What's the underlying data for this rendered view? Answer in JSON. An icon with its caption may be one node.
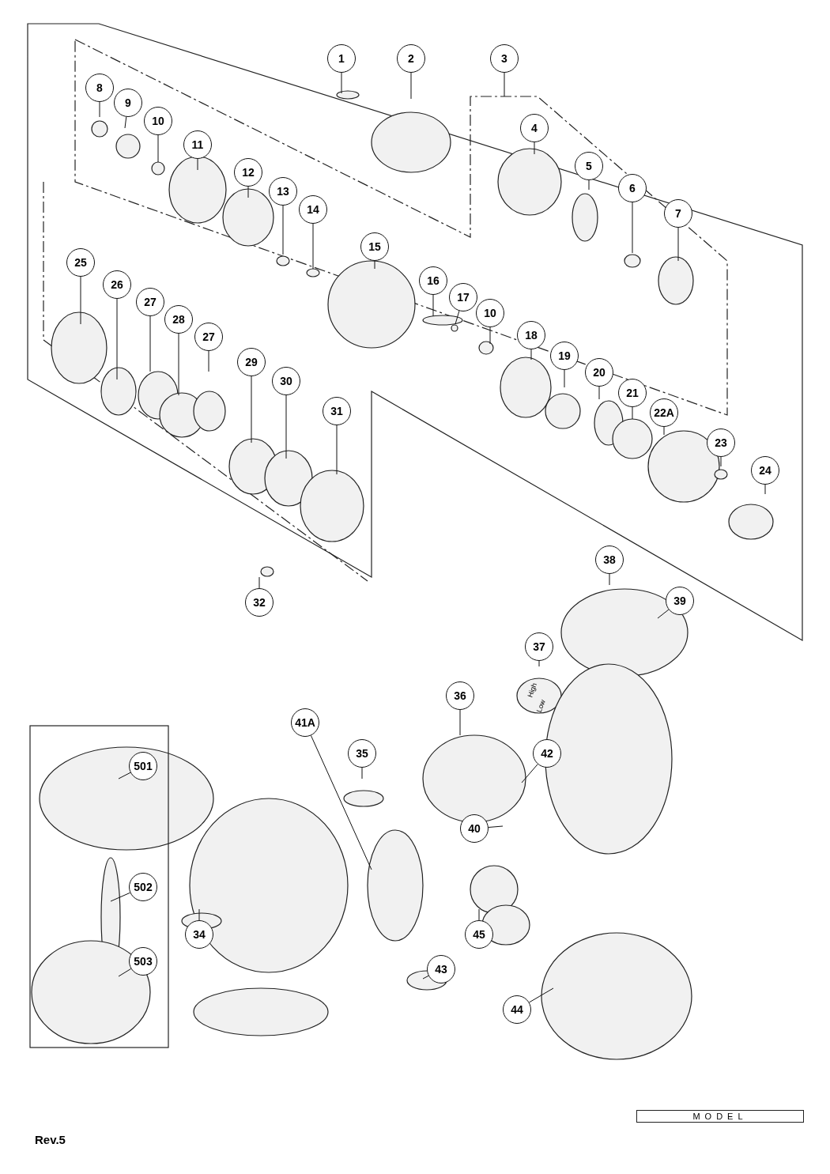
{
  "diagram": {
    "nodes": [
      {
        "text": [
          "1"
        ]
      },
      {
        "text": [
          "2"
        ]
      },
      {
        "text": [
          "3"
        ]
      },
      {
        "text": [
          "8"
        ]
      },
      {
        "text": [
          "9"
        ]
      },
      {
        "text": [
          "10"
        ]
      },
      {
        "text": [
          "4"
        ]
      },
      {
        "text": [
          "11"
        ]
      },
      {
        "text": [
          "5"
        ]
      },
      {
        "text": [
          "12"
        ]
      },
      {
        "text": [
          "6"
        ]
      },
      {
        "text": [
          "13"
        ]
      },
      {
        "text": [
          "7"
        ]
      },
      {
        "text": [
          "14"
        ]
      },
      {
        "text": [
          "15"
        ]
      },
      {
        "text": [
          "25"
        ]
      },
      {
        "text": [
          "16"
        ]
      },
      {
        "text": [
          "26"
        ]
      },
      {
        "text": [
          "17"
        ]
      },
      {
        "text": [
          "27"
        ]
      },
      {
        "text": [
          "10"
        ]
      },
      {
        "text": [
          "28"
        ]
      },
      {
        "text": [
          "18"
        ]
      },
      {
        "text": [
          "27"
        ]
      },
      {
        "text": [
          "19"
        ]
      },
      {
        "text": [
          "29"
        ]
      },
      {
        "text": [
          "20"
        ]
      },
      {
        "text": [
          "30"
        ]
      },
      {
        "text": [
          "21"
        ]
      },
      {
        "text": [
          "31"
        ]
      },
      {
        "text": [
          "22A"
        ]
      },
      {
        "text": [
          "23"
        ]
      },
      {
        "text": [
          "24"
        ]
      },
      {
        "text": [
          "38"
        ]
      },
      {
        "text": [
          "32"
        ]
      },
      {
        "text": [
          "39"
        ]
      },
      {
        "text": [
          "37"
        ]
      },
      {
        "text": [
          "36"
        ]
      },
      {
        "text": [
          "41A"
        ]
      },
      {
        "text": [
          "35"
        ]
      },
      {
        "text": [
          "42"
        ]
      },
      {
        "text": [
          "501"
        ]
      },
      {
        "text": [
          "40"
        ]
      },
      {
        "text": [
          "502"
        ]
      },
      {
        "text": [
          "34"
        ]
      },
      {
        "text": [
          "45"
        ]
      },
      {
        "text": [
          "503"
        ]
      },
      {
        "text": [
          "43"
        ]
      },
      {
        "text": [
          "44"
        ]
      }
    ],
    "edges": [
      {
        "from": 0,
        "to": null,
        "arrow": "none"
      },
      {
        "from": 1,
        "to": null,
        "arrow": "none"
      },
      {
        "from": 2,
        "to": null,
        "arrow": "none"
      },
      {
        "from": 3,
        "to": null,
        "arrow": "none"
      },
      {
        "from": 4,
        "to": null,
        "arrow": "none"
      },
      {
        "from": 5,
        "to": null,
        "arrow": "none"
      },
      {
        "from": 6,
        "to": null,
        "arrow": "none"
      },
      {
        "from": 7,
        "to": null,
        "arrow": "none"
      },
      {
        "from": 8,
        "to": null,
        "arrow": "none"
      },
      {
        "from": 9,
        "to": null,
        "arrow": "none"
      },
      {
        "from": 10,
        "to": null,
        "arrow": "none"
      },
      {
        "from": 11,
        "to": null,
        "arrow": "none"
      },
      {
        "from": 12,
        "to": null,
        "arrow": "none"
      },
      {
        "from": 13,
        "to": null,
        "arrow": "none"
      },
      {
        "from": 14,
        "to": null,
        "arrow": "none"
      },
      {
        "from": 15,
        "to": null,
        "arrow": "none"
      },
      {
        "from": 16,
        "to": null,
        "arrow": "none"
      },
      {
        "from": 17,
        "to": null,
        "arrow": "none"
      },
      {
        "from": 18,
        "to": null,
        "arrow": "none"
      },
      {
        "from": 19,
        "to": null,
        "arrow": "none"
      },
      {
        "from": 20,
        "to": null,
        "arrow": "none"
      },
      {
        "from": 21,
        "to": null,
        "arrow": "none"
      },
      {
        "from": 22,
        "to": null,
        "arrow": "none"
      },
      {
        "from": 23,
        "to": null,
        "arrow": "none"
      },
      {
        "from": 24,
        "to": null,
        "arrow": "none"
      },
      {
        "from": 25,
        "to": null,
        "arrow": "none"
      },
      {
        "from": 26,
        "to": null,
        "arrow": "none"
      },
      {
        "from": 27,
        "to": null,
        "arrow": "none"
      },
      {
        "from": 28,
        "to": null,
        "arrow": "none"
      },
      {
        "from": 29,
        "to": null,
        "arrow": "none"
      },
      {
        "from": 30,
        "to": null,
        "arrow": "none"
      },
      {
        "from": 31,
        "to": null,
        "arrow": "none"
      },
      {
        "from": 32,
        "to": null,
        "arrow": "none"
      },
      {
        "from": 33,
        "to": null,
        "arrow": "none"
      },
      {
        "from": 34,
        "to": null,
        "arrow": "none"
      },
      {
        "from": 35,
        "to": null,
        "arrow": "none"
      },
      {
        "from": 36,
        "to": null,
        "arrow": "none"
      },
      {
        "from": 37,
        "to": null,
        "arrow": "none"
      },
      {
        "from": 38,
        "to": null,
        "arrow": "none"
      },
      {
        "from": 39,
        "to": null,
        "arrow": "none"
      },
      {
        "from": 40,
        "to": null,
        "arrow": "none"
      },
      {
        "from": 41,
        "to": null,
        "arrow": "none"
      },
      {
        "from": 42,
        "to": null,
        "arrow": "none"
      },
      {
        "from": 43,
        "to": null,
        "arrow": "none"
      },
      {
        "from": 44,
        "to": null,
        "arrow": "none"
      },
      {
        "from": 45,
        "to": null,
        "arrow": "none"
      },
      {
        "from": 46,
        "to": null,
        "arrow": "none"
      },
      {
        "from": 47,
        "to": null,
        "arrow": "none"
      },
      {
        "from": 48,
        "to": null,
        "arrow": "none"
      }
    ],
    "labels": [
      "High",
      "Low",
      "Rev.5",
      "MODEL"
    ]
  }
}
